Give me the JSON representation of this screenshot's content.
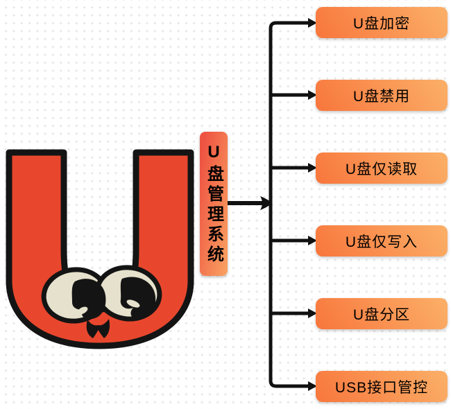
{
  "diagram": {
    "root": {
      "label": "U盘管理系统"
    },
    "branches": [
      {
        "label": "U盘加密"
      },
      {
        "label": "U盘禁用"
      },
      {
        "label": "U盘仅读取"
      },
      {
        "label": "U盘仅写入"
      },
      {
        "label": "U盘分区"
      },
      {
        "label": "USB接口管控"
      }
    ],
    "icons": {
      "mascot": "u-letter-mascot-icon"
    },
    "colors": {
      "branch_gradient_start": "#f8763c",
      "branch_gradient_end": "#fbb068",
      "root_gradient_start": "#ee5342",
      "root_gradient_end": "#f99f60",
      "connector": "#111111",
      "mascot_body": "#e8472e",
      "mascot_eye": "#e5e1cc",
      "background": "#ffffff",
      "background_dot": "#e9e9e9",
      "text": "#000000"
    }
  }
}
